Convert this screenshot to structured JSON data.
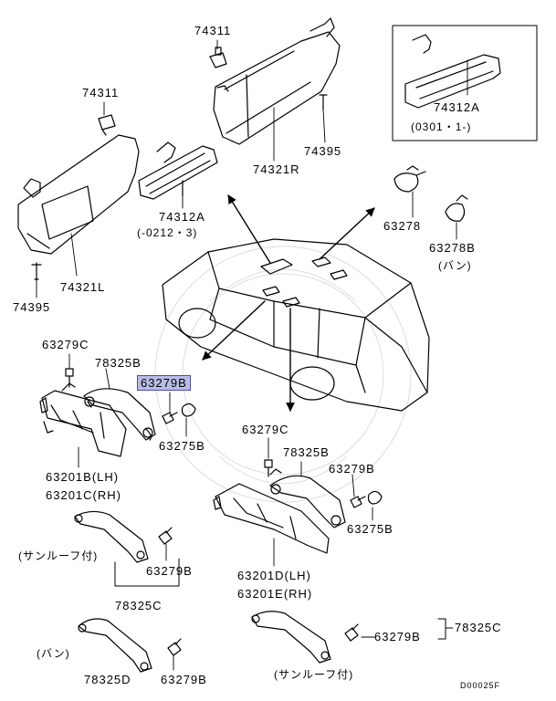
{
  "labels": {
    "p74311_right": "74311",
    "p74311_left": "74311",
    "p74321R": "74321R",
    "p74321L": "74321L",
    "p74395_right": "74395",
    "p74395_left": "74395",
    "p74312A_top": "74312A",
    "p74312A_top_note": "(0301・1-)",
    "p74312A_mid": "74312A",
    "p74312A_mid_note": "(-0212・3)",
    "p63278": "63278",
    "p63278B": "63278B",
    "p63278B_note": "(バン)",
    "p63279C_left": "63279C",
    "p78325B_left": "78325B",
    "p63279B_highlight": "63279B",
    "p63275B_left": "63275B",
    "p63201B": "63201B(LH)",
    "p63201C": "63201C(RH)",
    "p63279C_right": "63279C",
    "p78325B_right": "78325B",
    "p63279B_right": "63279B",
    "p63275B_right": "63275B",
    "p63201D": "63201D(LH)",
    "p63201E": "63201E(RH)",
    "sunroof_left": "(サンルーフ付)",
    "p63279B_c": "63279B",
    "p78325C_left": "78325C",
    "van_note": "(バン)",
    "p78325D": "78325D",
    "p63279B_d": "63279B",
    "p78325C_right": "78325C",
    "p63279B_e": "63279B",
    "sunroof_right": "(サンルーフ付)",
    "diagram_code": "D00025F"
  },
  "colors": {
    "highlight": "#b9bde6",
    "line": "#000000"
  }
}
